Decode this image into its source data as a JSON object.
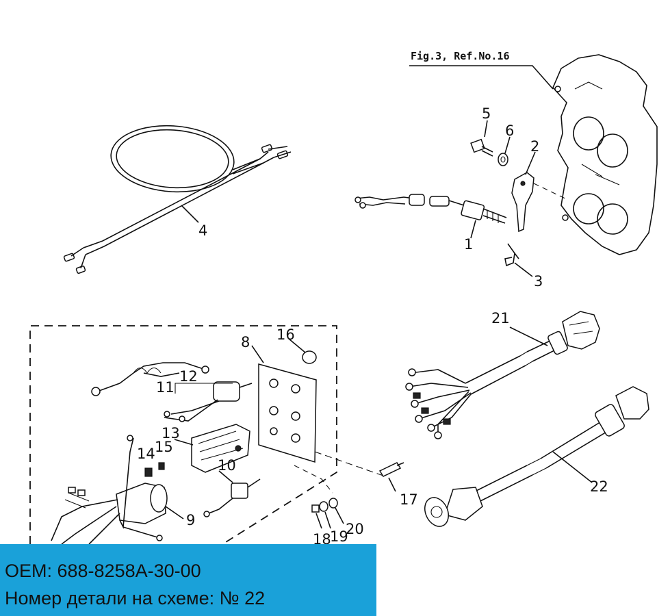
{
  "diagram": {
    "reference": "Fig.3, Ref.No.16",
    "callouts": [
      {
        "id": "c1",
        "label": "1"
      },
      {
        "id": "c2",
        "label": "2"
      },
      {
        "id": "c3",
        "label": "3"
      },
      {
        "id": "c4",
        "label": "4"
      },
      {
        "id": "c5",
        "label": "5"
      },
      {
        "id": "c6",
        "label": "6"
      },
      {
        "id": "c8",
        "label": "8"
      },
      {
        "id": "c9",
        "label": "9"
      },
      {
        "id": "c10",
        "label": "10"
      },
      {
        "id": "c11",
        "label": "11"
      },
      {
        "id": "c12",
        "label": "12"
      },
      {
        "id": "c13",
        "label": "13"
      },
      {
        "id": "c14",
        "label": "14"
      },
      {
        "id": "c15",
        "label": "15"
      },
      {
        "id": "c16",
        "label": "16"
      },
      {
        "id": "c17",
        "label": "17"
      },
      {
        "id": "c18",
        "label": "18"
      },
      {
        "id": "c19",
        "label": "19"
      },
      {
        "id": "c20",
        "label": "20"
      },
      {
        "id": "c21",
        "label": "21"
      },
      {
        "id": "c22",
        "label": "22"
      }
    ]
  },
  "info": {
    "oem": "OEM: 688-8258A-30-00",
    "part_number": "Номер детали на схеме: № 22"
  },
  "colors": {
    "info_background": "#1aa1d9",
    "line": "#111111"
  }
}
